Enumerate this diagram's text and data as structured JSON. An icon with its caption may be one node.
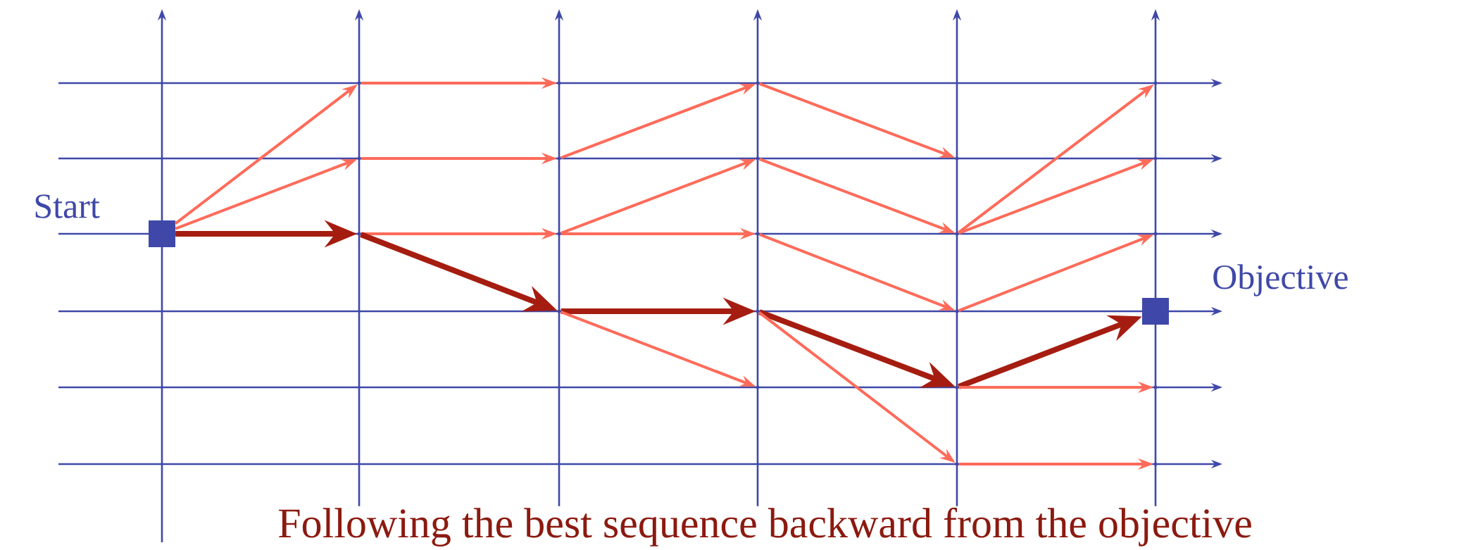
{
  "diagram": {
    "caption": "Following the best sequence backward from the objective",
    "nodes": [
      {
        "text": [
          "Start"
        ]
      },
      {
        "text": [],
        "shape": "point"
      },
      {
        "text": [],
        "shape": "point"
      },
      {
        "text": [],
        "shape": "point"
      },
      {
        "text": [],
        "shape": "point"
      },
      {
        "text": [],
        "shape": "point"
      },
      {
        "text": [],
        "shape": "point"
      },
      {
        "text": [],
        "shape": "point"
      },
      {
        "text": [],
        "shape": "point"
      },
      {
        "text": [],
        "shape": "point"
      },
      {
        "text": [],
        "shape": "point"
      },
      {
        "text": [],
        "shape": "point"
      },
      {
        "text": [],
        "shape": "point"
      },
      {
        "text": [],
        "shape": "point"
      },
      {
        "text": [],
        "shape": "point"
      },
      {
        "text": [],
        "shape": "point"
      },
      {
        "text": [],
        "shape": "point"
      },
      {
        "text": [],
        "shape": "point"
      },
      {
        "text": [],
        "shape": "point"
      },
      {
        "text": [],
        "shape": "point"
      },
      {
        "text": [],
        "shape": "point"
      },
      {
        "text": [
          "Objective"
        ]
      },
      {
        "text": [],
        "shape": "point"
      },
      {
        "text": [],
        "shape": "point"
      }
    ],
    "edges": [
      {
        "from": 0,
        "to": 1,
        "arrow": "to"
      },
      {
        "from": 0,
        "to": 2,
        "arrow": "to"
      },
      {
        "from": 0,
        "to": 3,
        "arrow": "to",
        "style": "thick",
        "color": "#a51d10"
      },
      {
        "from": 1,
        "to": 4,
        "arrow": "to"
      },
      {
        "from": 2,
        "to": 5,
        "arrow": "to"
      },
      {
        "from": 3,
        "to": 6,
        "arrow": "to"
      },
      {
        "from": 3,
        "to": 7,
        "arrow": "to",
        "style": "thick",
        "color": "#a51d10"
      },
      {
        "from": 5,
        "to": 8,
        "arrow": "to"
      },
      {
        "from": 6,
        "to": 9,
        "arrow": "to"
      },
      {
        "from": 6,
        "to": 10,
        "arrow": "to"
      },
      {
        "from": 7,
        "to": 11,
        "arrow": "to",
        "style": "thick",
        "color": "#a51d10"
      },
      {
        "from": 7,
        "to": 12,
        "arrow": "to"
      },
      {
        "from": 8,
        "to": 13,
        "arrow": "to"
      },
      {
        "from": 9,
        "to": 14,
        "arrow": "to"
      },
      {
        "from": 10,
        "to": 15,
        "arrow": "to"
      },
      {
        "from": 11,
        "to": 16,
        "arrow": "to",
        "style": "thick",
        "color": "#a51d10"
      },
      {
        "from": 11,
        "to": 17,
        "arrow": "to"
      },
      {
        "from": 14,
        "to": 18,
        "arrow": "to"
      },
      {
        "from": 14,
        "to": 19,
        "arrow": "to"
      },
      {
        "from": 15,
        "to": 20,
        "arrow": "to"
      },
      {
        "from": 16,
        "to": 21,
        "arrow": "to",
        "style": "thick",
        "color": "#a51d10"
      },
      {
        "from": 16,
        "to": 22,
        "arrow": "to"
      },
      {
        "from": 17,
        "to": 23,
        "arrow": "to"
      }
    ]
  }
}
